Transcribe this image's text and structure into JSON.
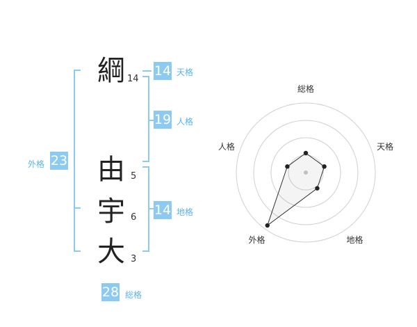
{
  "name": {
    "characters": [
      {
        "char": "綱",
        "strokes": "14"
      },
      {
        "char": "由",
        "strokes": "5"
      },
      {
        "char": "宇",
        "strokes": "6"
      },
      {
        "char": "大",
        "strokes": "3"
      }
    ]
  },
  "fortune": {
    "tenkaku": {
      "value": "14",
      "label": "天格"
    },
    "jinkaku": {
      "value": "19",
      "label": "人格"
    },
    "chikaku": {
      "value": "14",
      "label": "地格"
    },
    "gaikaku": {
      "value": "23",
      "label": "外格"
    },
    "soukaku": {
      "value": "28",
      "label": "総格"
    }
  },
  "colors": {
    "accent": "#8ccaf2",
    "accent_text": "#5bb3ec"
  },
  "chart_data": {
    "type": "radar",
    "axes": [
      "総格",
      "天格",
      "地格",
      "外格",
      "人格"
    ],
    "values": [
      1.4,
      1.4,
      1.4,
      4.7,
      1.4
    ],
    "rmax": 5,
    "rings": 4
  }
}
